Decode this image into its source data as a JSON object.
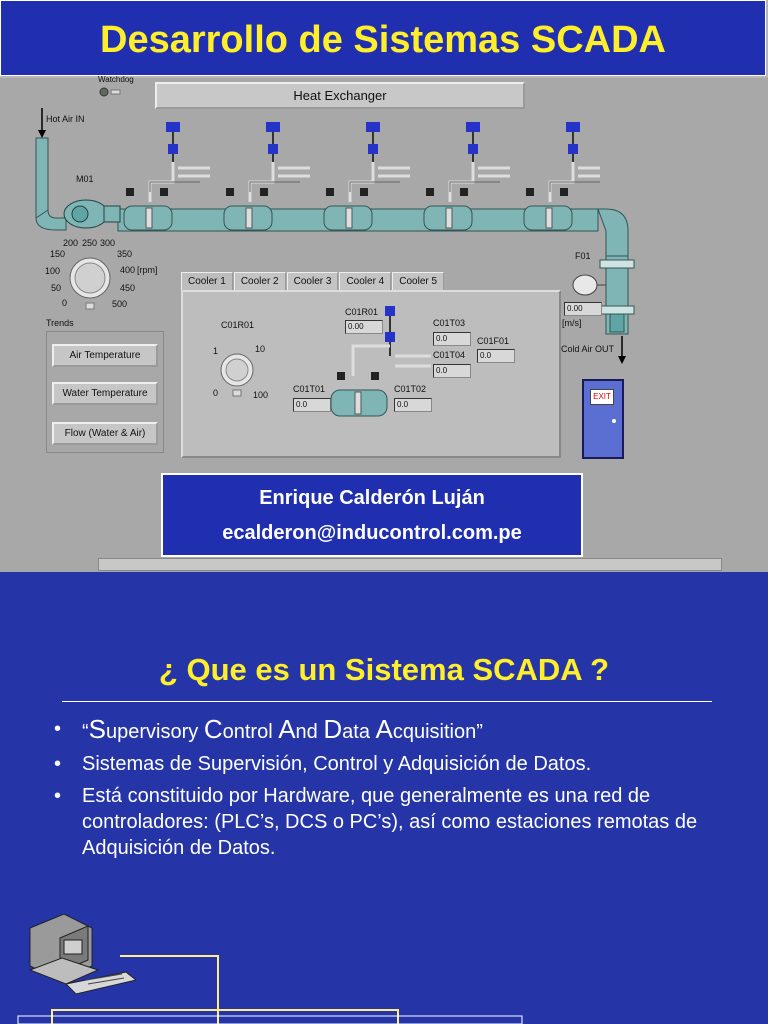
{
  "slide1": {
    "title": "Desarrollo de Sistemas SCADA",
    "hmi": {
      "window_label": "Heat Exchanger",
      "watchdog_label": "Watchdog",
      "hot_air_in": "Hot Air IN",
      "motor_label": "M01",
      "speed_unit": "[rpm]",
      "speed_ticks": [
        "0",
        "50",
        "100",
        "150",
        "200",
        "250",
        "300",
        "350",
        "400",
        "450",
        "500"
      ],
      "flow_label": "F01",
      "flow_value": "0.00",
      "flow_unit": "[m/s]",
      "cold_air_out": "Cold Air OUT",
      "trends_label": "Trends",
      "trend_buttons": [
        "Air Temperature",
        "Water Temperature",
        "Flow (Water & Air)"
      ],
      "tabs": [
        "Cooler 1",
        "Cooler 2",
        "Cooler 3",
        "Cooler 4",
        "Cooler 5"
      ],
      "cooler": {
        "c01r01_label": "C01R01",
        "dial_ticks": [
          "0",
          "1",
          "10",
          "100"
        ],
        "valve_label": "C01R01",
        "valve_value": "0.00",
        "t03_label": "C01T03",
        "t03_value": "0.0",
        "t04_label": "C01T04",
        "t04_value": "0.0",
        "f01_label": "C01F01",
        "f01_value": "0.0",
        "t01_label": "C01T01",
        "t01_value": "0.0",
        "t02_label": "C01T02",
        "t02_value": "0.0"
      },
      "exit_label": "EXIT"
    },
    "author": {
      "name": "Enrique Calderón Luján",
      "email": "ecalderon@inducontrol.com.pe"
    }
  },
  "slide2": {
    "title": "¿ Que es un Sistema SCADA ?",
    "bullet1": {
      "open_quote": "“",
      "parts": [
        {
          "cap": "S",
          "rest": "upervisory "
        },
        {
          "cap": "C",
          "rest": "ontrol "
        },
        {
          "cap": "A",
          "rest": "nd "
        },
        {
          "cap": "D",
          "rest": "ata "
        },
        {
          "cap": "A",
          "rest": "cquisition"
        }
      ],
      "close_quote": "”"
    },
    "bullet2": "Sistemas de Supervisión, Control y Adquisición de Datos.",
    "bullet3": "Está constituido por Hardware, que generalmente es una red de controladores: (PLC’s, DCS o PC’s), así como estaciones remotas de Adquisición de Datos."
  },
  "colors": {
    "background_blue": "#2535a8",
    "title_yellow": "#ffee2a",
    "hmi_gray": "#a8a8a8",
    "pipe_teal": "#7fb5b5",
    "valve_blue": "#2533c8"
  }
}
